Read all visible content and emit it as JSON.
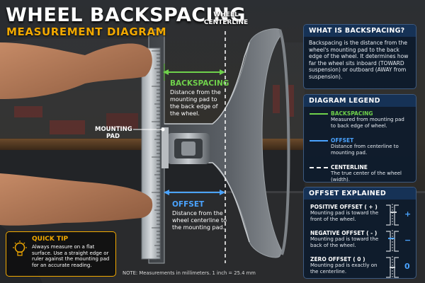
{
  "title": {
    "line1": "WHEEL BACKSPACING",
    "line2": "MEASUREMENT DIAGRAM"
  },
  "centerline_label": {
    "line1": "WHEEL",
    "line2": "CENTERLINE"
  },
  "mounting_pad_label": {
    "line1": "MOUNTING",
    "line2": "PAD"
  },
  "backspacing_callout": {
    "heading": "BACKSPACING",
    "text": "Distance from the mounting pad to the back edge of the wheel."
  },
  "offset_callout": {
    "heading": "OFFSET",
    "text": "Distance from the wheel centerline to the mounting pad."
  },
  "what_is": {
    "title": "WHAT IS BACKSPACING?",
    "text": "Backspacing is the distance from the wheel's mounting pad to the back edge of the wheel. It determines how far the wheel sits inboard (TOWARD suspension) or outboard (AWAY from suspension)."
  },
  "legend": {
    "title": "DIAGRAM LEGEND",
    "items": [
      {
        "name": "BACKSPACING",
        "desc": "Measured from mounting pad to back edge of wheel.",
        "color": "#6fd14b",
        "style": "solid-arrow"
      },
      {
        "name": "OFFSET",
        "desc": "Distance from centerline to mounting pad.",
        "color": "#4aa3ff",
        "style": "solid-arrow"
      },
      {
        "name": "CENTERLINE",
        "desc": "The true center of the wheel (width).",
        "color": "#ffffff",
        "style": "dashed"
      }
    ]
  },
  "offset_explained": {
    "title": "OFFSET EXPLAINED",
    "items": [
      {
        "name": "POSITIVE OFFSET  ( + )",
        "desc": "Mounting pad is toward the front of the wheel.",
        "sign": "+"
      },
      {
        "name": "NEGATIVE OFFSET  ( - )",
        "desc": "Mounting pad is toward the back of the wheel.",
        "sign": "−"
      },
      {
        "name": "ZERO OFFSET  ( 0 )",
        "desc": "Mounting pad is exactly on the centerline.",
        "sign": "0"
      }
    ]
  },
  "quick_tip": {
    "title": "QUICK TIP",
    "text": "Always measure on a flat surface. Use a straight edge or ruler against the mounting pad for an accurate reading."
  },
  "footnote": "NOTE: Measurements in millimeters. 1 inch = 25.4 mm",
  "colors": {
    "accent": "#f2a900",
    "backspacing": "#6fd14b",
    "offset": "#4aa3ff",
    "panel_border": "#3d5a80"
  }
}
